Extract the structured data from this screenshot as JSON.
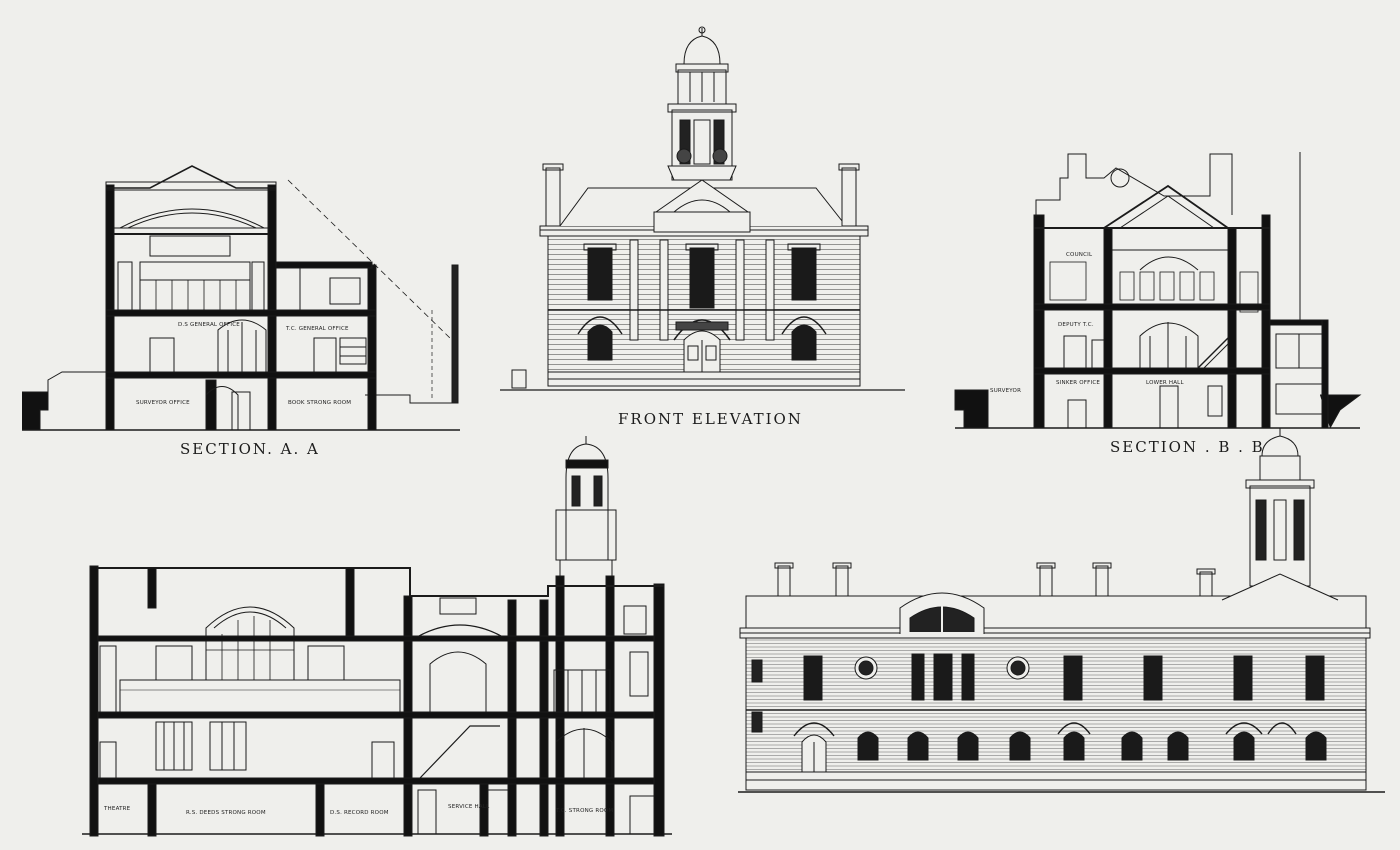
{
  "captions": {
    "section_aa": "SECTION. A. A",
    "front_elevation": "FRONT ELEVATION",
    "section_bb": "SECTION . B . B"
  },
  "section_aa_labels": {
    "upper_left": "D.S GENERAL OFFICE",
    "upper_right": "T.C. GENERAL OFFICE",
    "lower_left": "SURVEYOR OFFICE",
    "lower_right": "BOOK STRONG ROOM"
  },
  "section_bb_labels": {
    "upper": "COUNCIL",
    "middle": "DEPUTY T.C.",
    "lower_left": "SURVEYOR",
    "lower_mid": "SINKER OFFICE",
    "lower_right": "LOWER HALL"
  },
  "long_section_labels": {
    "l1": "THEATRE",
    "l2": "R.S. DEEDS STRONG ROOM",
    "l3": "D.S. RECORD ROOM",
    "l4": "SERVICE HALL",
    "l5": "T.C. STRONG ROOM"
  },
  "colors": {
    "paper": "#efefec",
    "ink": "#1b1b1b",
    "wall": "#111111"
  }
}
